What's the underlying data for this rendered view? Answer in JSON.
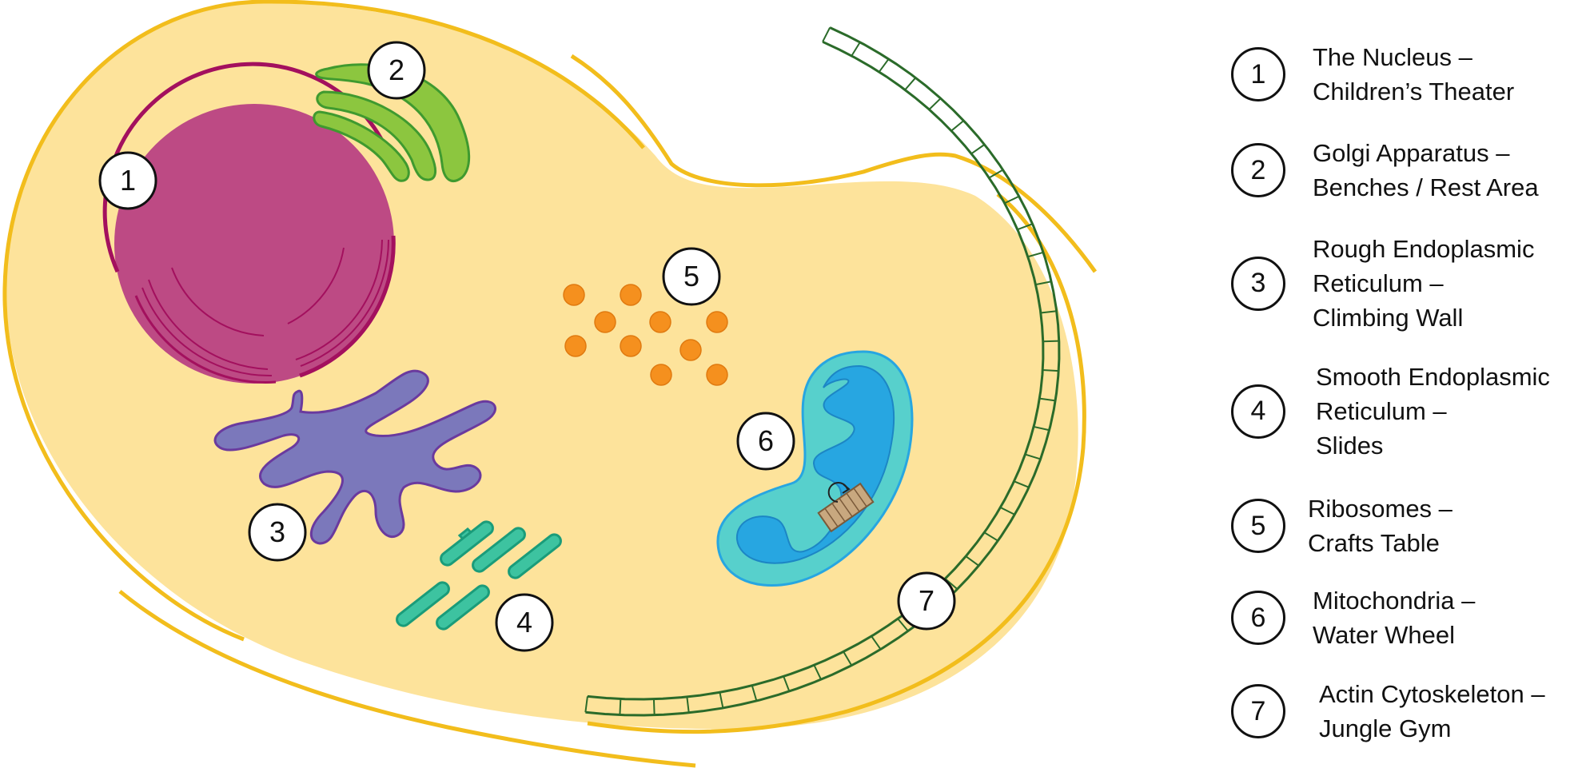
{
  "colors": {
    "cytoplasm": "#fde39b",
    "membrane": "#f2bd1c",
    "nucleus_fill": "#bd4a84",
    "nucleus_edge": "#a3105e",
    "golgi_fill": "#8cc63f",
    "golgi_edge": "#3f9a2f",
    "rough_er_fill": "#7b78bb",
    "rough_er_edge": "#6a3a9e",
    "smooth_er_fill": "#3dc3a0",
    "smooth_er_edge": "#1a9c7a",
    "ribosome": "#f5901e",
    "mito_outer": "#57d0cc",
    "mito_inner": "#27a6e1",
    "cytoskeleton": "#2b6b2a"
  },
  "diagram": {
    "markers": [
      {
        "id": "1",
        "label": "1"
      },
      {
        "id": "2",
        "label": "2"
      },
      {
        "id": "3",
        "label": "3"
      },
      {
        "id": "4",
        "label": "4"
      },
      {
        "id": "5",
        "label": "5"
      },
      {
        "id": "6",
        "label": "6"
      },
      {
        "id": "7",
        "label": "7"
      }
    ]
  },
  "legend": {
    "items": [
      {
        "num": "1",
        "lines": [
          "The Nucleus –",
          "Children’s Theater"
        ]
      },
      {
        "num": "2",
        "lines": [
          "Golgi Apparatus –",
          "Benches / Rest Area"
        ]
      },
      {
        "num": "3",
        "lines": [
          "Rough Endoplasmic",
          "Reticulum –",
          "Climbing Wall"
        ]
      },
      {
        "num": "4",
        "lines": [
          "Smooth Endoplasmic",
          "Reticulum –",
          "Slides"
        ]
      },
      {
        "num": "5",
        "lines": [
          "Ribosomes –",
          "Crafts Table"
        ]
      },
      {
        "num": "6",
        "lines": [
          "Mitochondria –",
          "Water Wheel"
        ]
      },
      {
        "num": "7",
        "lines": [
          "Actin Cytoskeleton –",
          "Jungle Gym"
        ]
      }
    ]
  }
}
